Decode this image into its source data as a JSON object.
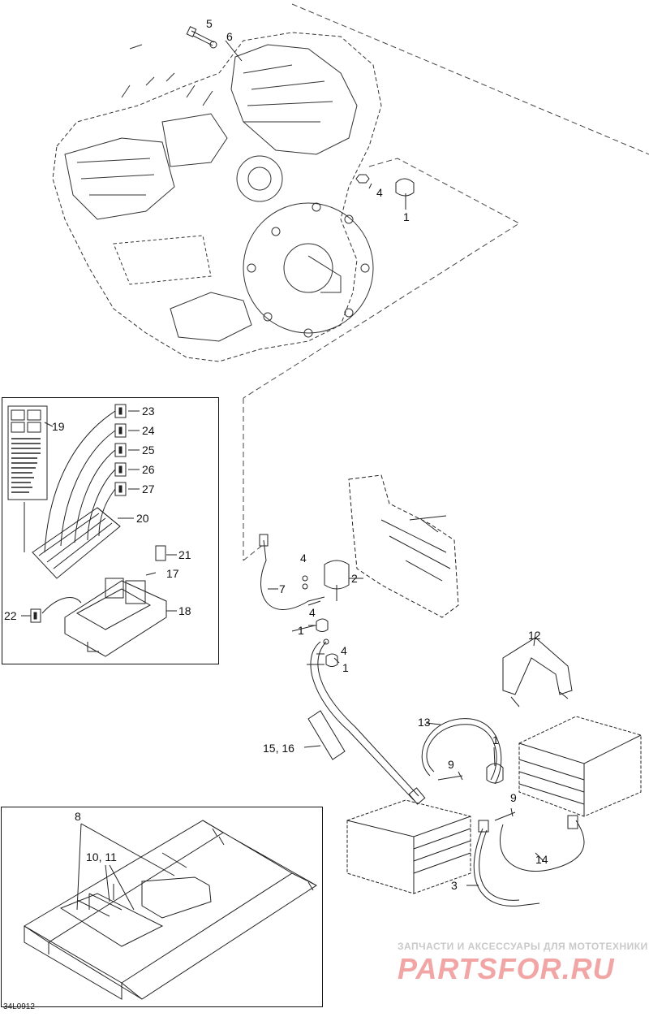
{
  "callouts": {
    "c5": "5",
    "c6": "6",
    "c4a": "4",
    "c1a": "1",
    "c19": "19",
    "c23": "23",
    "c24": "24",
    "c25": "25",
    "c26": "26",
    "c27": "27",
    "c20": "20",
    "c21": "21",
    "c17": "17",
    "c22": "22",
    "c18": "18",
    "c4b": "4",
    "c2": "2",
    "c7": "7",
    "c4c": "4",
    "c1b": "1",
    "c4d": "4",
    "c1c": "1",
    "c12": "12",
    "c13": "13",
    "c1d": "1",
    "c1516": "15, 16",
    "c9a": "9",
    "c9b": "9",
    "c14": "14",
    "c3": "3",
    "c8": "8",
    "c1011": "10, 11"
  },
  "watermark": {
    "line1": "ЗАПЧАСТИ И АКСЕССУАРЫ ДЛЯ МОТОТЕХНИКИ",
    "line2": "PARTSFOR.RU"
  },
  "diagram_code": "34L0912"
}
